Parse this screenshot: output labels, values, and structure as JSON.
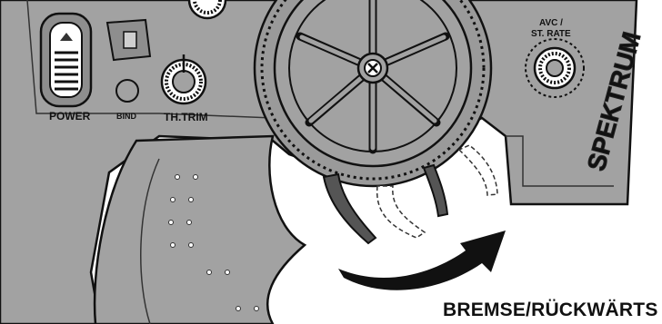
{
  "labels": {
    "power": "POWER",
    "bind": "BIND",
    "th_trim": "TH.TRIM",
    "avc_line1": "AVC /",
    "avc_line2": "ST. RATE",
    "brand": "SPEKTRUM"
  },
  "caption": "BREMSE/RÜCKWÄRTS",
  "colors": {
    "body": "#a2a2a2",
    "body_dark": "#8e8e8e",
    "outline": "#111111",
    "trigger": "#555555",
    "arrow": "#111111",
    "ghost_trigger": "#ffffff"
  },
  "icons": [
    "power-switch-icon",
    "bind-button-icon",
    "trim-knob-icon",
    "rate-knob-icon",
    "steering-wheel-icon",
    "direction-arrow-icon"
  ]
}
